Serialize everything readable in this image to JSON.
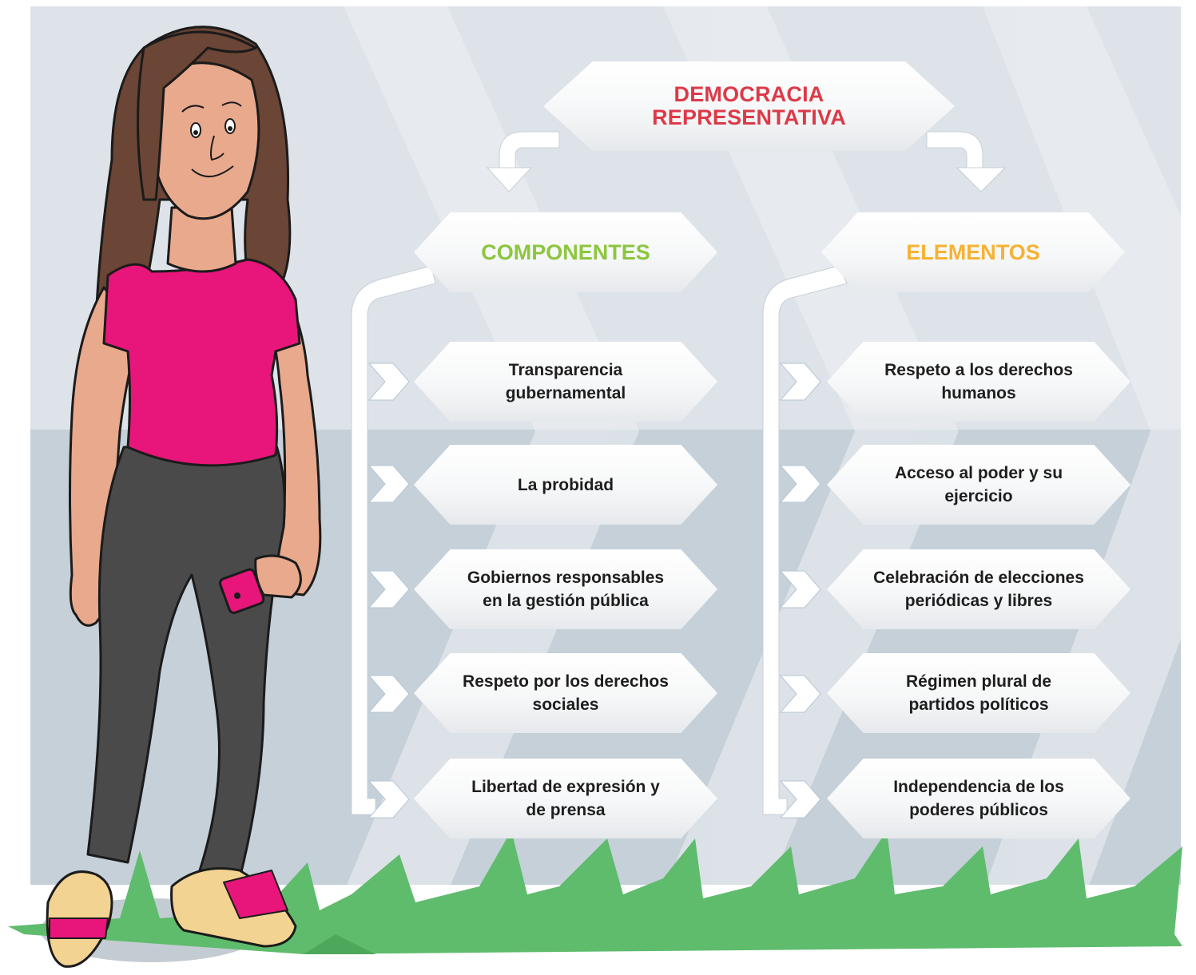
{
  "diagram": {
    "title": "DEMOCRACIA REPRESENTATIVA",
    "colors": {
      "title": "#dc3a48",
      "componentes": "#8cc63f",
      "elementos": "#f6b233",
      "shirt": "#e8157a",
      "grass": "#5fbc6d"
    },
    "branches": [
      {
        "heading": "COMPONENTES",
        "items": [
          "Transparencia gubernamental",
          "La probidad",
          "Gobiernos responsables en la gestión pública",
          "Respeto por los derechos sociales",
          "Libertad de expresión y de prensa"
        ]
      },
      {
        "heading": "ELEMENTOS",
        "items": [
          "Respeto a los derechos humanos",
          "Acceso al poder y su ejercicio",
          "Celebración de elecciones periódicas y libres",
          "Régimen plural de partidos políticos",
          "Independencia de los poderes públicos"
        ]
      }
    ]
  }
}
